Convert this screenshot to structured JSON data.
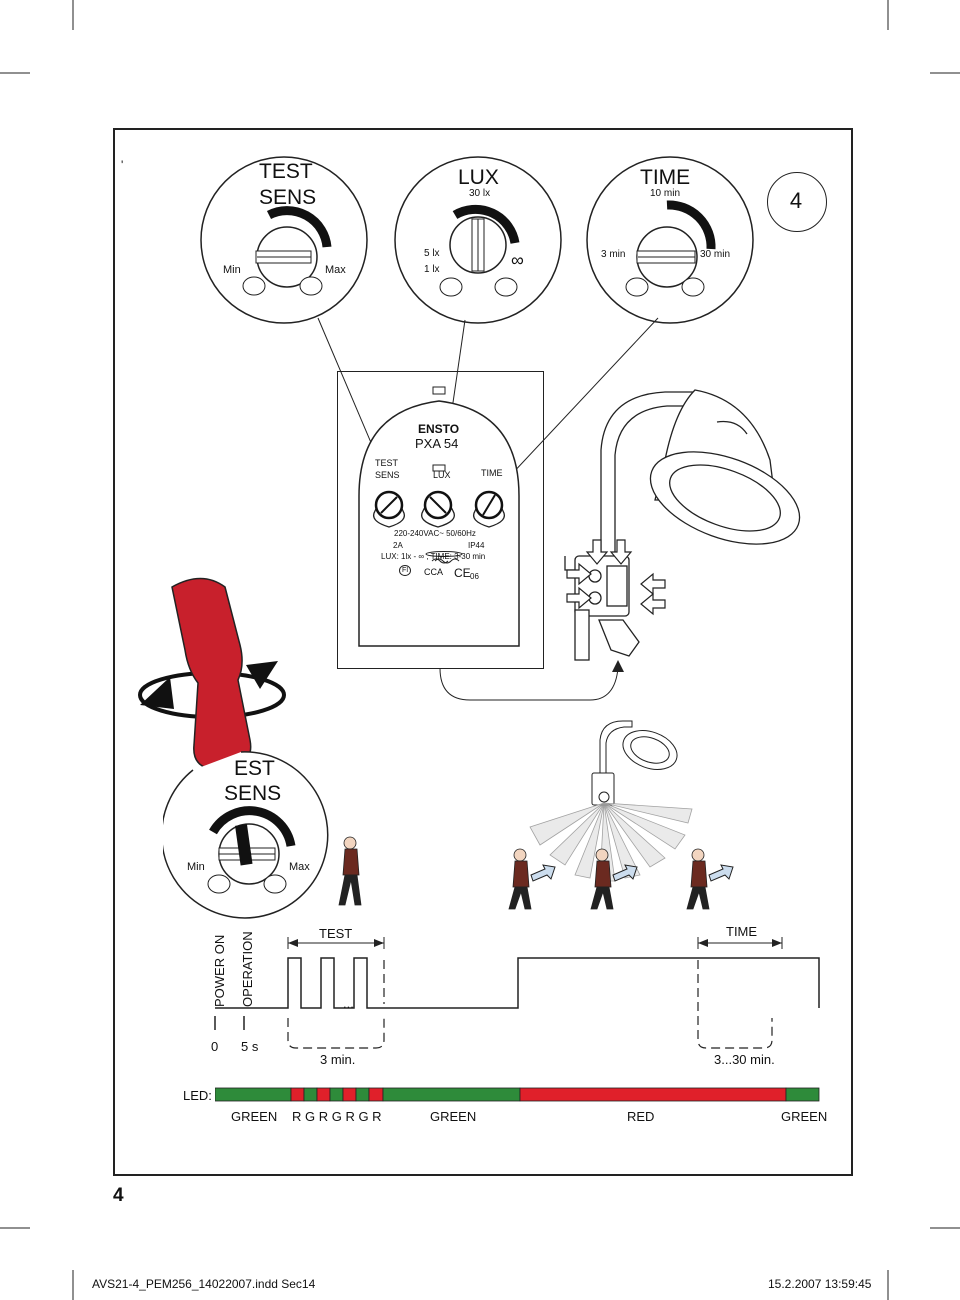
{
  "step_number": "4",
  "stray_mark": "'",
  "page_number": "4",
  "footer": {
    "file": "AVS21-4_PEM256_14022007.indd   Sec14",
    "datetime": "15.2.2007   13:59:45"
  },
  "dials": {
    "test": {
      "title_line1": "TEST",
      "title_line2": "SENS",
      "min": "Min",
      "max": "Max"
    },
    "lux": {
      "title": "LUX",
      "value": "30 lx",
      "label_5lx": "5 lx",
      "label_1lx": "1 lx",
      "label_inf": "∞"
    },
    "time": {
      "title": "TIME",
      "value": "10 min",
      "min": "3 min",
      "max": "30 min"
    }
  },
  "device": {
    "brand": "ENSTO",
    "model": "PXA 54",
    "knob1_line1": "TEST",
    "knob1_line2": "SENS",
    "knob2": "LUX",
    "knob3": "TIME",
    "spec_line1": "220-240VAC~  50/60Hz",
    "spec_2a": "2A",
    "spec_ip": "IP44",
    "spec_line3": "LUX: 1lx - ∞ , TIME: 3-30 min",
    "cert_fi": "FI",
    "cert_cca": "CCA",
    "cert_ce": "CE",
    "cert_06": "06"
  },
  "big_dial": {
    "title_line1": "EST",
    "title_line2": "SENS",
    "min": "Min",
    "max": "Max"
  },
  "timing": {
    "power_on": "POWER ON",
    "operation": "OPERATION",
    "test": "TEST",
    "time": "TIME",
    "ellipsis": "...",
    "zero": "0",
    "five_s": "5 s",
    "three_min": "3 min.",
    "range": "3...30 min."
  },
  "led": {
    "label": "LED:",
    "green": "GREEN",
    "rg": "R G R G R G R",
    "green2": "GREEN",
    "red": "RED",
    "green3": "GREEN",
    "color_green": "#2e8b3a",
    "color_red": "#e0202a"
  },
  "colors": {
    "screwdriver": "#c8202c"
  }
}
